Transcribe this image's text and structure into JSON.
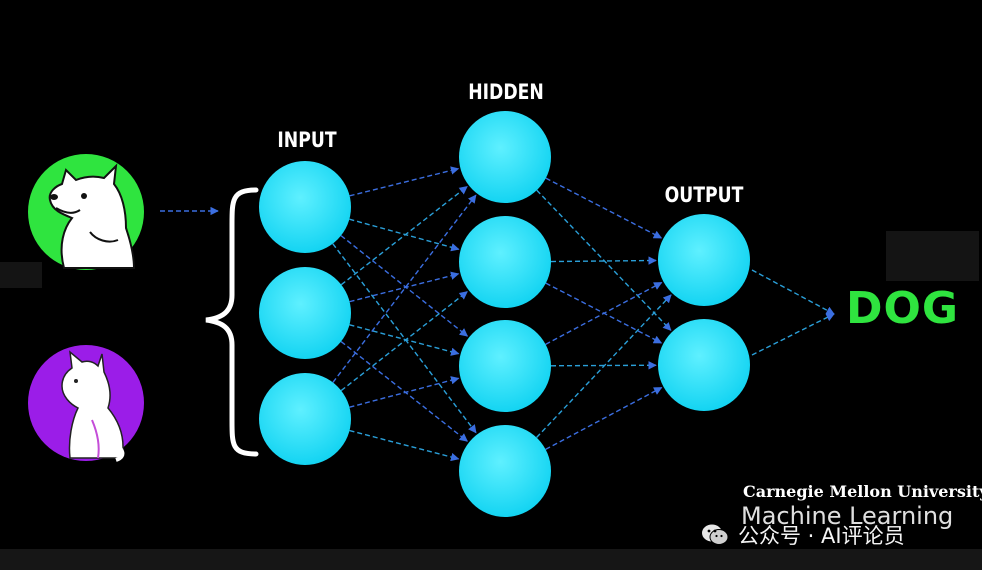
{
  "layers": {
    "input": {
      "label": "INPUT",
      "nodes": 3
    },
    "hidden": {
      "label": "HIDDEN",
      "nodes": 4
    },
    "output": {
      "label": "OUTPUT",
      "nodes": 2
    }
  },
  "result": {
    "label": "DOG",
    "color": "#2fe43f"
  },
  "inputs": [
    {
      "name": "dog",
      "icon": "dog-icon",
      "color": "#2fe43f"
    },
    {
      "name": "cat",
      "icon": "cat-icon",
      "color": "#9b1de8"
    }
  ],
  "colors": {
    "node": "#19d9f5",
    "connection": "#3b6ee0",
    "background": "#000000"
  },
  "branding": {
    "university": "Carnegie Mellon University",
    "department": "Machine Learning"
  },
  "watermark": {
    "text": "公众号 · AI评论员"
  }
}
